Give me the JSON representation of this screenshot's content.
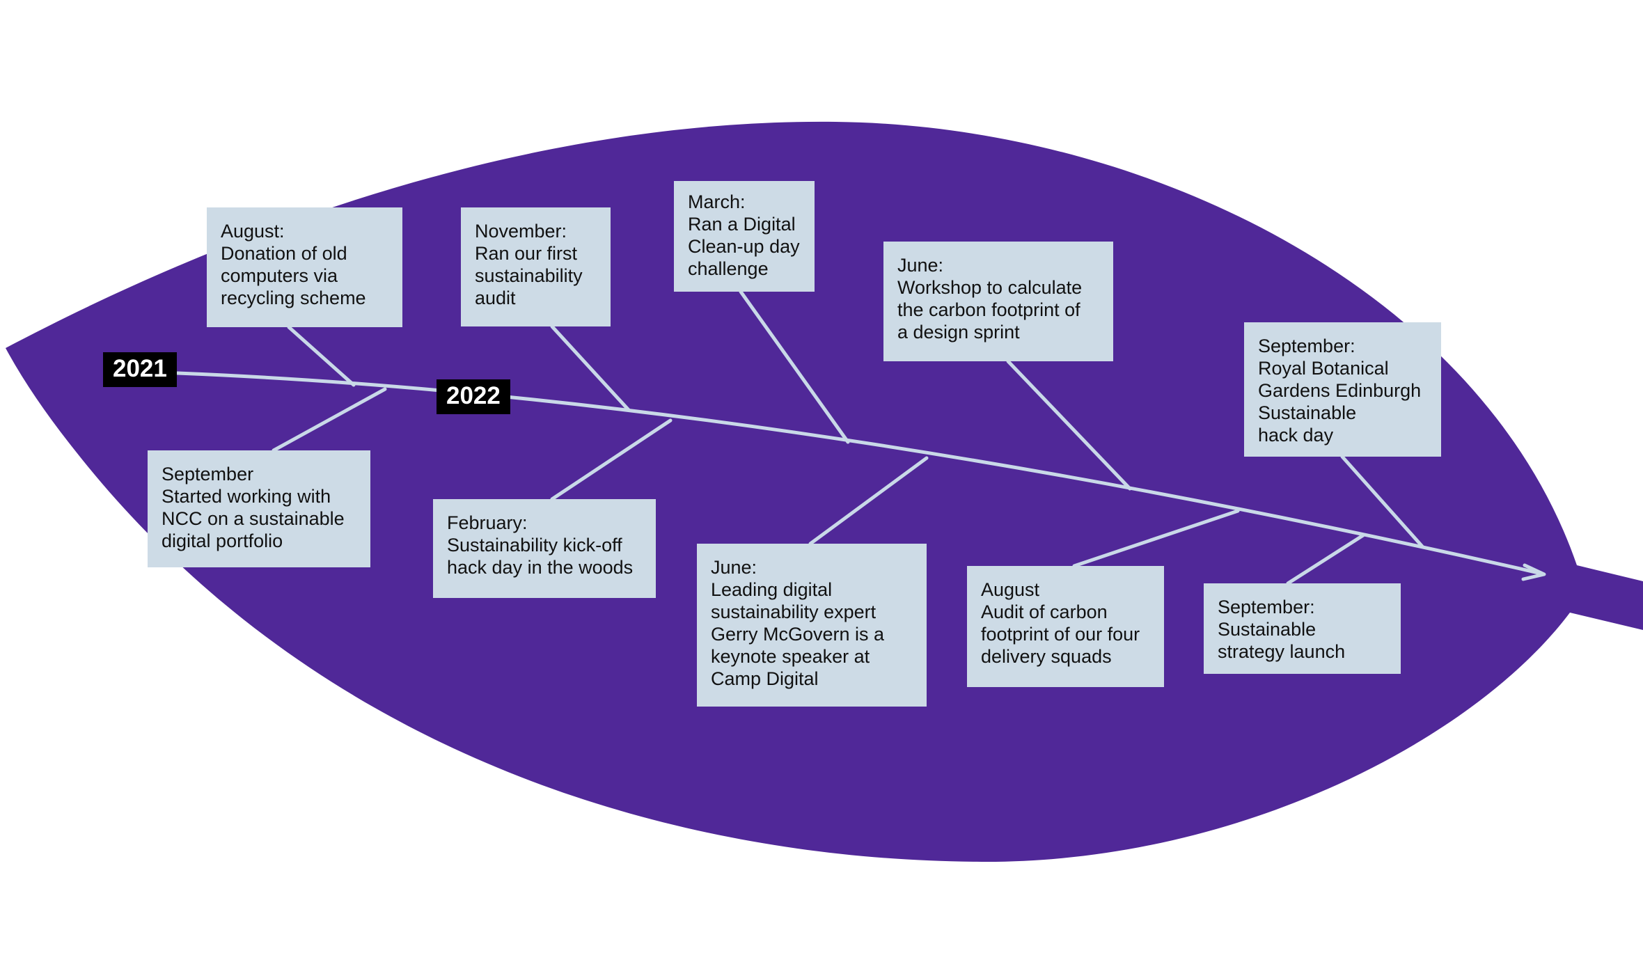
{
  "colors": {
    "leaf": "#502898",
    "line": "#c9d9e8",
    "card": "#cddbe6",
    "label_bg": "#000000",
    "label_text": "#ffffff"
  },
  "years": [
    {
      "label": "2021"
    },
    {
      "label": "2022"
    }
  ],
  "events": [
    {
      "id": "aug-2021",
      "lines": [
        "August:",
        "Donation of old",
        "computers via",
        "recycling scheme"
      ]
    },
    {
      "id": "sep-2021",
      "lines": [
        "September",
        "Started working with",
        "NCC on a sustainable",
        "digital portfolio"
      ]
    },
    {
      "id": "nov-2021",
      "lines": [
        "November:",
        "Ran our first",
        "sustainability",
        "audit"
      ]
    },
    {
      "id": "feb-2022",
      "lines": [
        "February:",
        "Sustainability kick-off",
        "hack day in the woods"
      ]
    },
    {
      "id": "mar-2022",
      "lines": [
        "March:",
        "Ran a Digital",
        "Clean-up day",
        "challenge"
      ]
    },
    {
      "id": "jun-2022-a",
      "lines": [
        "June:",
        "Leading digital",
        "sustainability expert",
        "Gerry McGovern is a",
        "keynote speaker at",
        "Camp Digital"
      ]
    },
    {
      "id": "jun-2022-b",
      "lines": [
        "June:",
        "Workshop to calculate",
        "the carbon footprint of",
        "a design sprint"
      ]
    },
    {
      "id": "aug-2022",
      "lines": [
        "August",
        "Audit of carbon",
        "footprint of our four",
        "delivery squads"
      ]
    },
    {
      "id": "sep-2022-a",
      "lines": [
        "September:",
        "Royal Botanical",
        "Gardens Edinburgh",
        "Sustainable",
        "hack day"
      ]
    },
    {
      "id": "sep-2022-b",
      "lines": [
        "September:",
        "Sustainable",
        "strategy launch"
      ]
    }
  ]
}
